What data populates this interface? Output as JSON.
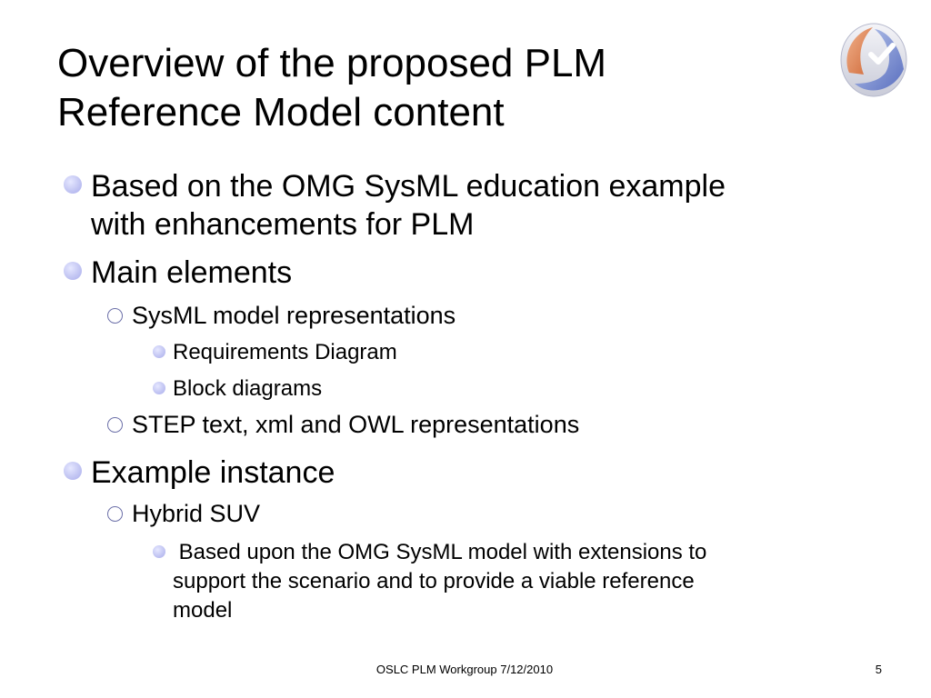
{
  "slide": {
    "title_line1": "Overview of the proposed PLM",
    "title_line2": "Reference Model content",
    "logo_icon": "oslc-logo-icon",
    "bullets": {
      "b1_line1": "Based on the OMG SysML education example",
      "b1_line2": "with enhancements for PLM",
      "b2": "Main elements",
      "b2_1": "SysML model representations",
      "b2_1_1": "Requirements Diagram",
      "b2_1_2": "Block diagrams",
      "b2_2": "STEP text, xml and OWL representations",
      "b3": "Example instance",
      "b3_1": "Hybrid SUV",
      "b3_1_1_line1": " Based upon the OMG SysML model with extensions to",
      "b3_1_1_line2": "support the scenario and to provide a viable reference",
      "b3_1_1_line3": "model"
    },
    "footer": {
      "text": "OSLC PLM Workgroup 7/12/2010",
      "page_number": "5"
    },
    "colors": {
      "bullet_fill": "#c3c6f3",
      "hollow_bullet_border": "#6b6fa8",
      "logo_blue": "#6f7fc4",
      "logo_orange": "#e08a5a"
    }
  }
}
